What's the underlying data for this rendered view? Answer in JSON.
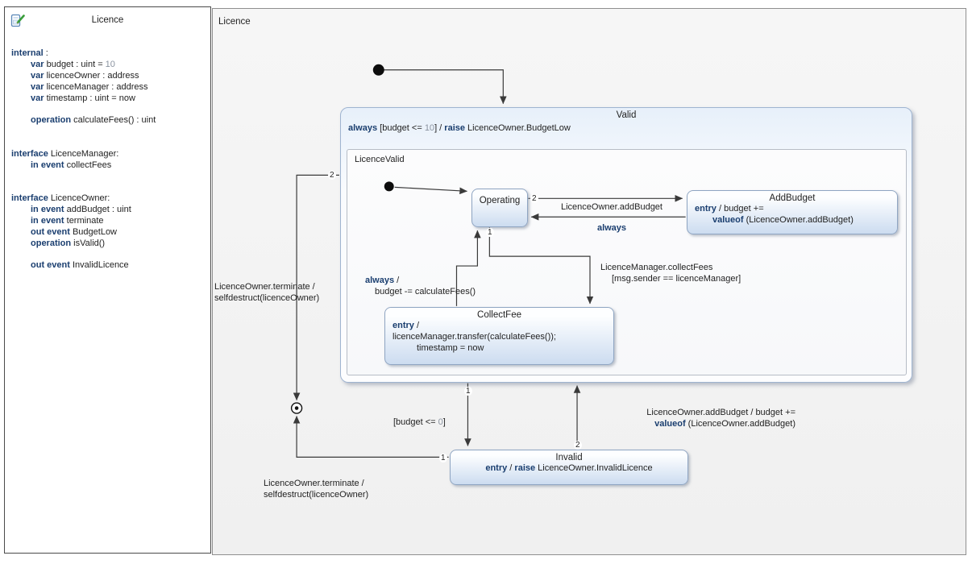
{
  "left_panel": {
    "title": "Licence",
    "icon": "statechart-edit-icon",
    "lines": [
      [
        {
          "t": "internal",
          "c": "kw"
        },
        {
          "t": " :"
        }
      ],
      [
        {
          "t": "var",
          "c": "kw"
        },
        {
          "t": " budget : uint = "
        },
        {
          "t": "10",
          "c": "muted"
        }
      ],
      [
        {
          "t": "var",
          "c": "kw"
        },
        {
          "t": " licenceOwner : address"
        }
      ],
      [
        {
          "t": "var",
          "c": "kw"
        },
        {
          "t": " licenceManager : address"
        }
      ],
      [
        {
          "t": "var",
          "c": "kw"
        },
        {
          "t": " timestamp : uint = now"
        }
      ],
      [
        {
          "t": "operation",
          "c": "kw"
        },
        {
          "t": "  calculateFees() : uint"
        }
      ],
      [
        {
          "t": "interface",
          "c": "kw"
        },
        {
          "t": "  LicenceManager:"
        }
      ],
      [
        {
          "t": "in event",
          "c": "kw"
        },
        {
          "t": " collectFees"
        }
      ],
      [
        {
          "t": "interface",
          "c": "kw"
        },
        {
          "t": "  LicenceOwner:"
        }
      ],
      [
        {
          "t": "in event",
          "c": "kw"
        },
        {
          "t": " addBudget : uint"
        }
      ],
      [
        {
          "t": "in event",
          "c": "kw"
        },
        {
          "t": " terminate"
        }
      ],
      [
        {
          "t": "out event",
          "c": "kw"
        },
        {
          "t": " BudgetLow"
        }
      ],
      [
        {
          "t": "operation",
          "c": "kw"
        },
        {
          "t": " isValid()"
        }
      ],
      [
        {
          "t": "out event",
          "c": "kw"
        },
        {
          "t": " InvalidLicence"
        }
      ]
    ]
  },
  "diagram": {
    "region_label": "Licence",
    "states": {
      "valid": {
        "title": "Valid",
        "header": [
          {
            "t": "always",
            "c": "kw"
          },
          {
            "t": " [budget <= "
          },
          {
            "t": "10",
            "c": "muted"
          },
          {
            "t": "] / "
          },
          {
            "t": "raise",
            "c": "kw"
          },
          {
            "t": " LicenceOwner.BudgetLow"
          }
        ],
        "region_label": "LicenceValid"
      },
      "operating": {
        "title": "Operating"
      },
      "add_budget": {
        "title": "AddBudget",
        "lines": [
          [
            {
              "t": "entry",
              "c": "kw"
            },
            {
              "t": " / budget +="
            }
          ],
          [
            {
              "t": "valueof",
              "c": "kw"
            },
            {
              "t": " (LicenceOwner.addBudget)"
            }
          ]
        ]
      },
      "collect_fee": {
        "title": "CollectFee",
        "lines": [
          [
            {
              "t": "entry",
              "c": "kw"
            },
            {
              "t": " /"
            }
          ],
          [
            {
              "t": "licenceManager.transfer(calculateFees());"
            }
          ],
          [
            {
              "t": "timestamp = now"
            }
          ]
        ]
      },
      "invalid": {
        "title": "Invalid",
        "lines": [
          [
            {
              "t": "entry",
              "c": "kw"
            },
            {
              "t": " / "
            },
            {
              "t": "raise",
              "c": "kw"
            },
            {
              "t": " LicenceOwner.InvalidLicence"
            }
          ]
        ]
      }
    },
    "transitions": {
      "op_to_addbudget": {
        "priority": "2",
        "label": [
          {
            "t": "LicenceOwner.addBudget"
          }
        ]
      },
      "addbudget_to_op": {
        "label": [
          {
            "t": "always",
            "c": "kw"
          }
        ]
      },
      "op_to_collectfee": {
        "priority": "1",
        "label_lines": [
          [
            {
              "t": "LicenceManager.collectFees"
            }
          ],
          [
            {
              "t": "[msg.sender == licenceManager]"
            }
          ]
        ]
      },
      "collectfee_to_op": {
        "label_lines": [
          [
            {
              "t": "always",
              "c": "kw"
            },
            {
              "t": " /"
            }
          ],
          [
            {
              "t": "budget -= calculateFees()"
            }
          ]
        ]
      },
      "valid_to_invalid": {
        "priority": "1",
        "label": [
          {
            "t": "[budget <= "
          },
          {
            "t": "0",
            "c": "muted"
          },
          {
            "t": "]"
          }
        ]
      },
      "invalid_to_valid": {
        "priority": "2",
        "label_lines": [
          [
            {
              "t": "LicenceOwner.addBudget /  budget +="
            }
          ],
          [
            {
              "t": "valueof",
              "c": "kw"
            },
            {
              "t": " (LicenceOwner.addBudget)"
            }
          ]
        ]
      },
      "valid_to_exit": {
        "priority": "2",
        "label_lines": [
          [
            {
              "t": "LicenceOwner.terminate /"
            }
          ],
          [
            {
              "t": "selfdestruct(licenceOwner)"
            }
          ]
        ]
      },
      "invalid_to_exit": {
        "priority": "1",
        "label_lines": [
          [
            {
              "t": "LicenceOwner.terminate /"
            }
          ],
          [
            {
              "t": "selfdestruct(licenceOwner)"
            }
          ]
        ]
      }
    }
  },
  "colors": {
    "keyword": "#1a3e6f",
    "muted": "#8a93a0",
    "wire": "#3a3a3a",
    "text": "#1f1f1f",
    "state-border": "#8fa5c2",
    "state-fill-top": "#fdfeff",
    "state-fill-bottom": "#ccdcf0"
  }
}
